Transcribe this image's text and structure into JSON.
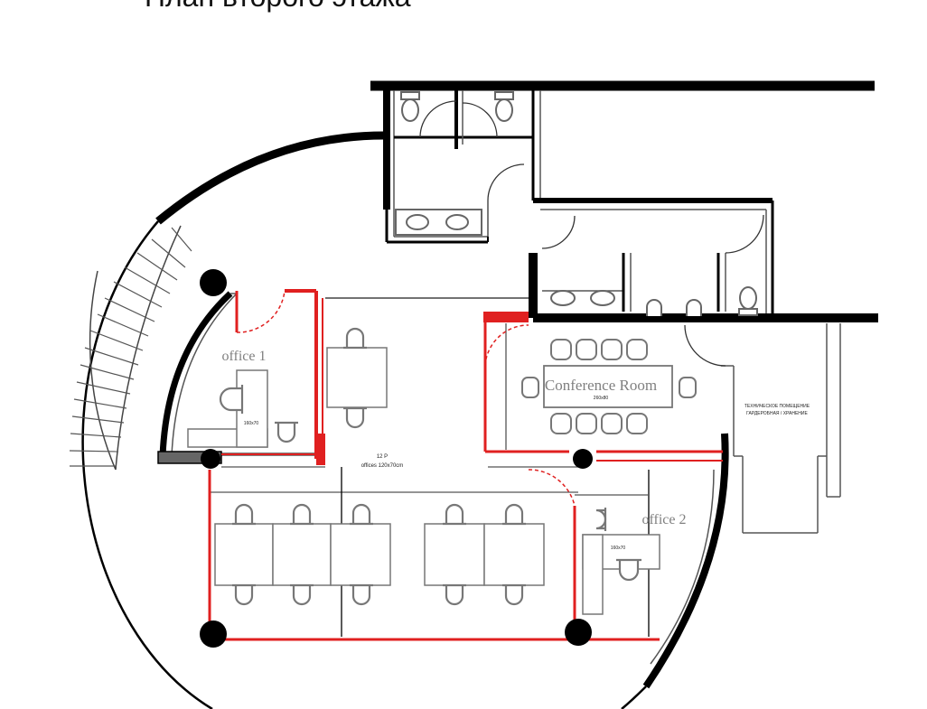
{
  "page": {
    "title": "План второго этажа"
  },
  "plan": {
    "rooms": {
      "office1": "office 1",
      "office2": "office 2",
      "conference": "Conference Room",
      "conference_table_size": "260x80"
    },
    "open_space": {
      "capacity": "12 P",
      "desc": "offices 120x70cm"
    },
    "desk_sizes": {
      "office1": "160x70",
      "office2": "160x70"
    },
    "annex_note": {
      "line1": "ТЕХНИЧЕСКОЕ ПОМЕЩЕНИЕ",
      "line2": "ГАРДЕРОБНАЯ / ХРАНЕНИЕ"
    },
    "colors": {
      "wall": "#000000",
      "partition": "#e02020",
      "fixture": "#777777"
    }
  }
}
